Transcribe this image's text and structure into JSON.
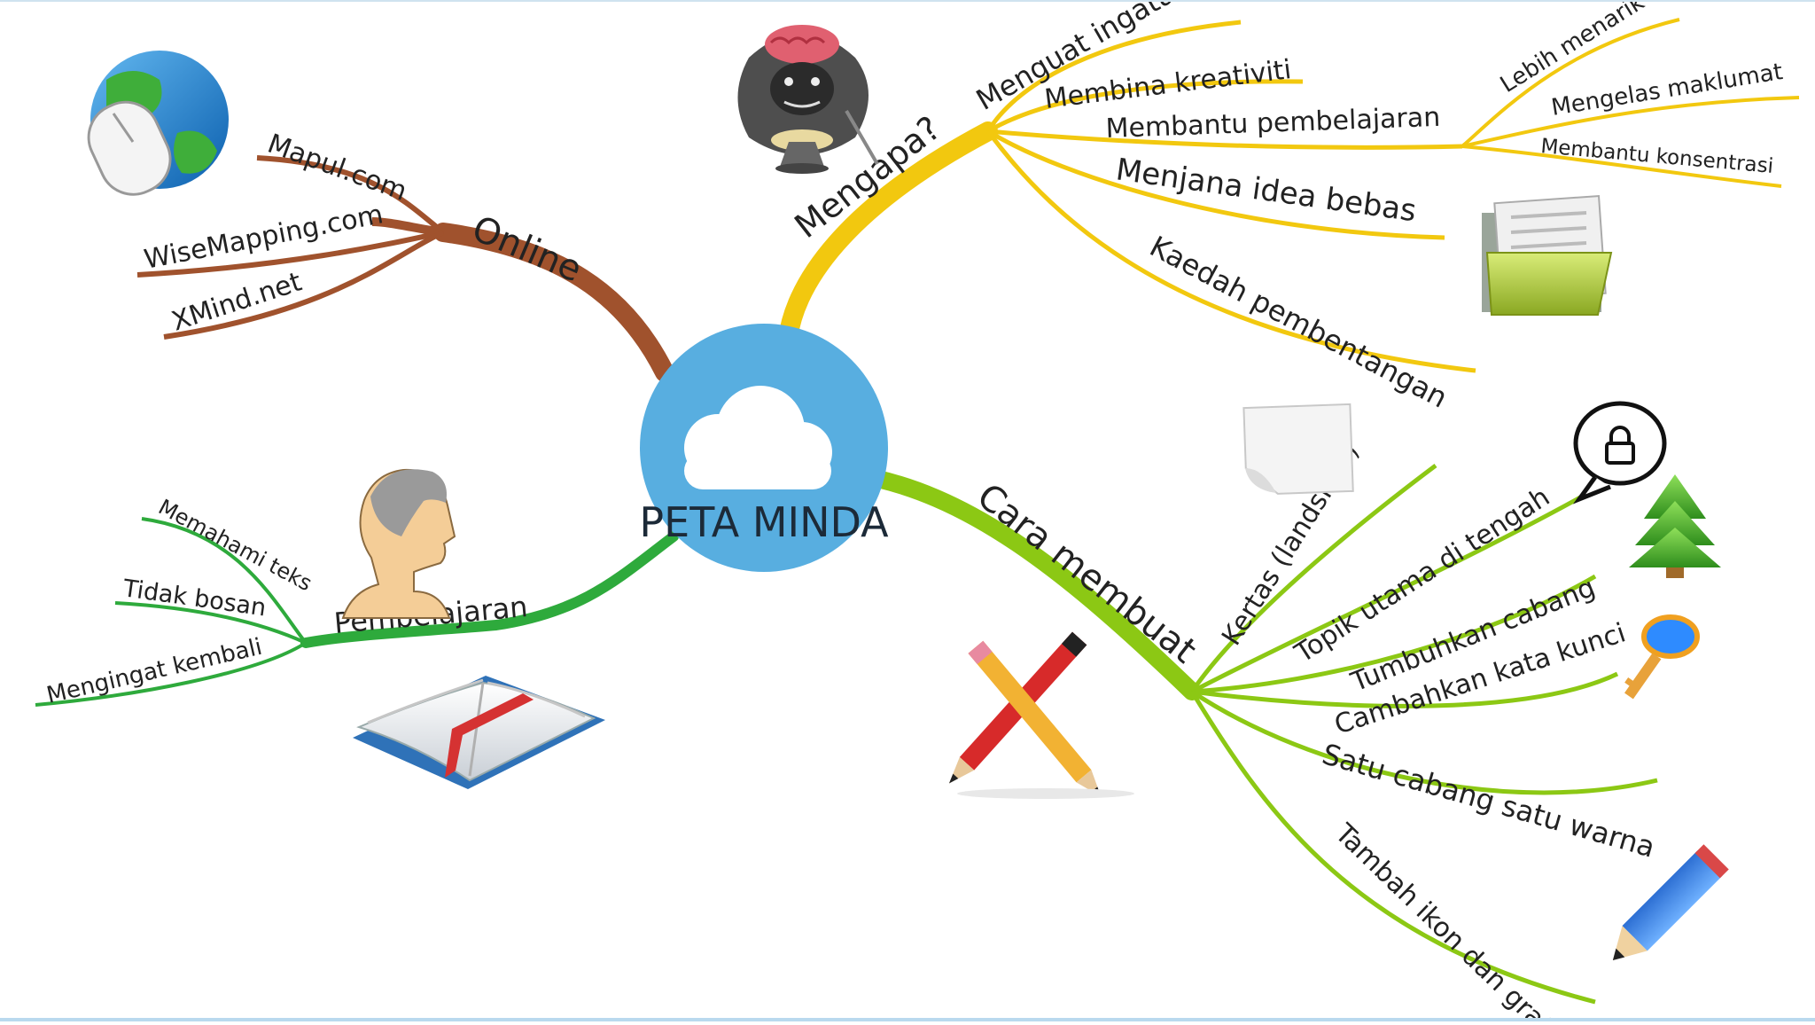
{
  "center": {
    "label": "PETA MINDA"
  },
  "colors": {
    "online": "#a0522d",
    "mengapa": "#f2c80f",
    "cara": "#8cc814",
    "pembelajaran": "#2eaa3c",
    "center": "#58aee0",
    "cloud": "#ffffff"
  },
  "online": {
    "label": "Online",
    "items": [
      "Mapul.com",
      "WiseMapping.com",
      "XMind.net"
    ]
  },
  "mengapa": {
    "label": "Mengapa?",
    "items": [
      "Menguat ingatan",
      "Membina kreativiti",
      "Membantu pembelajaran",
      "Menjana idea bebas",
      "Kaedah pembentangan"
    ],
    "sub": [
      "Lebih menarik",
      "Mengelas maklumat",
      "Membantu konsentrasi"
    ]
  },
  "cara": {
    "label": "Cara membuat",
    "items": [
      "Kertas (landskap)",
      "Topik utama di tengah",
      "Tumbuhkan cabang",
      "Cambahkan kata kunci",
      "Satu cabang satu warna",
      "Tambah ikon dan grafik"
    ]
  },
  "pembelajaran": {
    "label": "Pembelajaran",
    "items": [
      "Memahami teks",
      "Tidak bosan",
      "Mengingat kembali"
    ]
  },
  "icons": [
    "globe-mouse-icon",
    "monkey-brain-icon",
    "folder-icon",
    "paper-icon",
    "lock-bubble-icon",
    "tree-icon",
    "key-icon",
    "pencils-icon",
    "blue-pencil-icon",
    "head-icon",
    "book-icon",
    "cloud-icon"
  ]
}
